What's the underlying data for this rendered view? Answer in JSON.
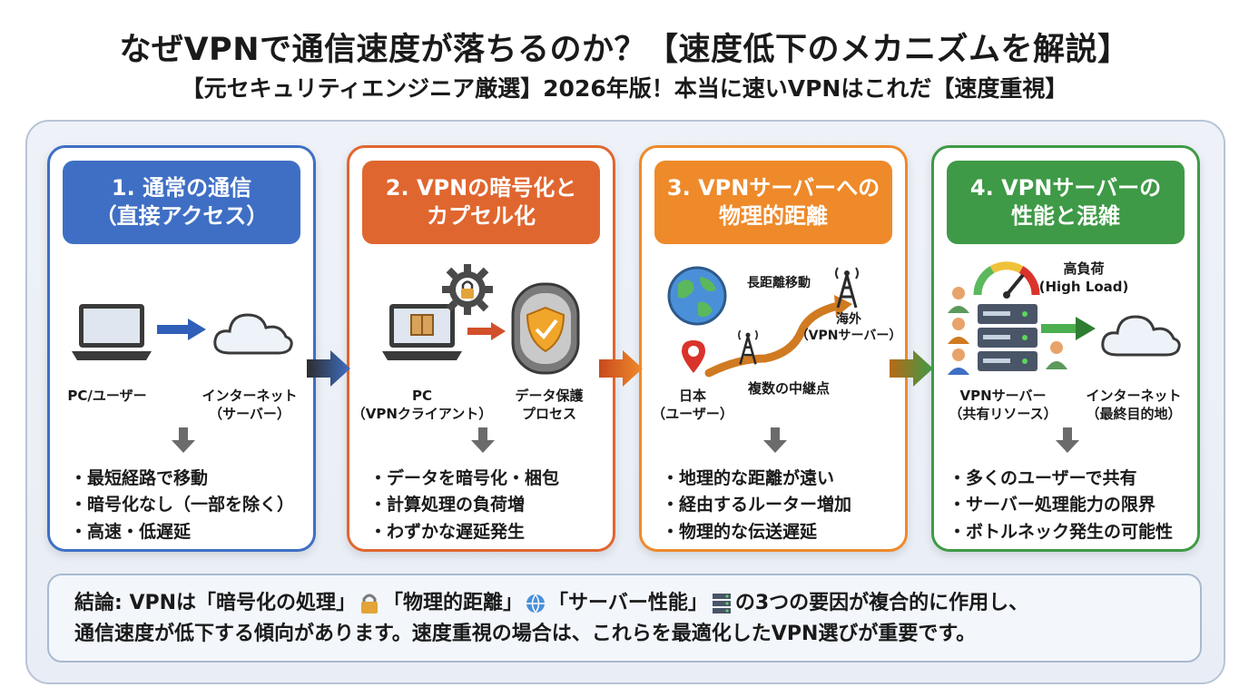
{
  "title": "なぜVPNで通信速度が落ちるのか？【速度低下のメカニズムを解説】",
  "subtitle": "【元セキュリティエンジニア厳選】2026年版！本当に速いVPNはこれだ【速度重視】",
  "colors": {
    "blue": "#3f6fc4",
    "red": "#e0662f",
    "orange": "#ee8a2a",
    "green": "#3e9a46"
  },
  "cards": [
    {
      "title": "1. 通常の通信\n（直接アクセス）",
      "labels": [
        "PC/ユーザー",
        "インターネット\n（サーバー）"
      ],
      "icons": [
        "laptop-icon",
        "cloud-icon"
      ],
      "bullets": [
        "最短経路で移動",
        "暗号化なし（一部を除く）",
        "高速・低遅延"
      ]
    },
    {
      "title": "2. VPNの暗号化と\nカプセル化",
      "labels": [
        "PC\n（VPNクライアント）",
        "データ保護\nプロセス"
      ],
      "icons": [
        "laptop-package-icon",
        "gear-lock-icon",
        "shield-icon"
      ],
      "bullets": [
        "データを暗号化・梱包",
        "計算処理の負荷増",
        "わずかな遅延発生"
      ]
    },
    {
      "title": "3. VPNサーバーへの\n物理的距離",
      "labels": [
        "長距離移動",
        "海外\n（VPNサーバー）",
        "日本\n（ユーザー）",
        "複数の中継点"
      ],
      "icons": [
        "globe-icon",
        "location-pin-icon",
        "antenna-icon"
      ],
      "bullets": [
        "地理的な距離が遠い",
        "経由するルーター増加",
        "物理的な伝送遅延"
      ]
    },
    {
      "title": "4. VPNサーバーの\n性能と混雑",
      "labels": [
        "高負荷\n(High Load)",
        "VPNサーバー\n（共有リソース）",
        "インターネット\n（最終目的地）"
      ],
      "icons": [
        "gauge-icon",
        "server-icon",
        "users-icon",
        "cloud-icon"
      ],
      "bullets": [
        "多くのユーザーで共有",
        "サーバー処理能力の限界",
        "ボトルネック発生の可能性"
      ]
    }
  ],
  "conclusion": {
    "p1": "結論: VPNは「暗号化の処理」",
    "p2": "「物理的距離」",
    "p3": "「サーバー性能」",
    "p4": "の3つの要因が複合的に作用し、",
    "line2": "通信速度が低下する傾向があります。速度重視の場合は、これらを最適化したVPN選びが重要です。"
  }
}
